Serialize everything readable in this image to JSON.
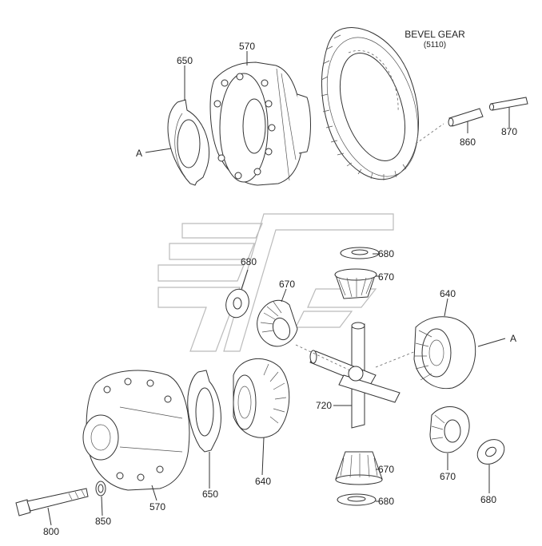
{
  "diagram": {
    "bevel_gear_label": "BEVEL GEAR",
    "bevel_gear_code": "(5110)",
    "callouts": {
      "c650_top": "650",
      "c570_top": "570",
      "cA_left": "A",
      "c860": "860",
      "c870": "870",
      "c680_top": "680",
      "c680_mid": "680",
      "c670_top": "670",
      "c670_mid": "670",
      "c640_right": "640",
      "cA_right": "A",
      "c720": "720",
      "c670_bottom": "670",
      "c680_bottom": "680",
      "c670_right": "670",
      "c680_right": "680",
      "c640_bottom": "640",
      "c650_bottom": "650",
      "c570_bottom": "570",
      "c850": "850",
      "c800": "800"
    }
  }
}
